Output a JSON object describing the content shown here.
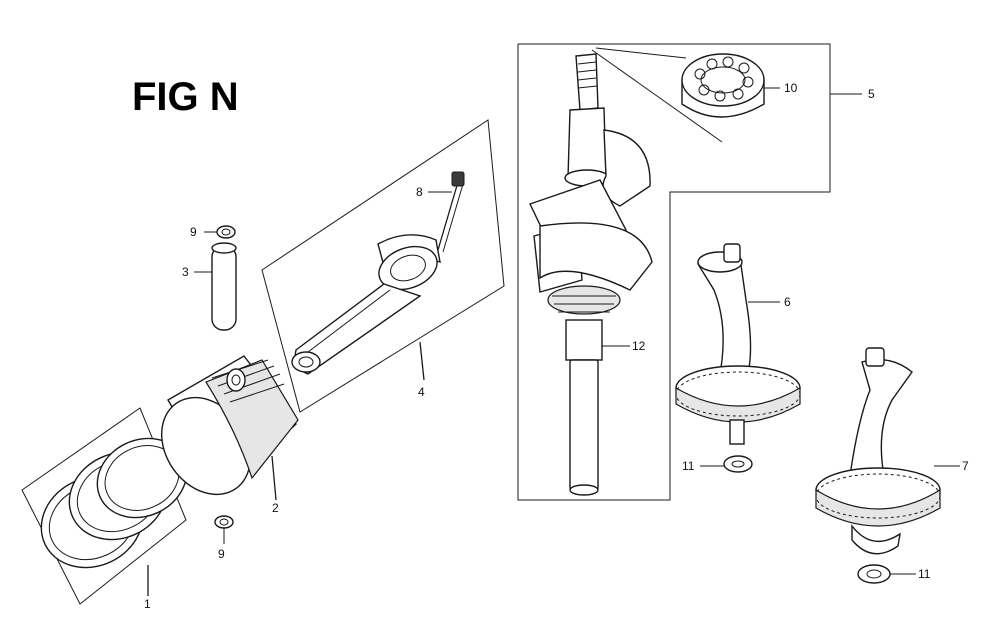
{
  "title": "FIG N",
  "callouts": {
    "c1": "1",
    "c2": "2",
    "c3": "3",
    "c4": "4",
    "c5": "5",
    "c6": "6",
    "c7": "7",
    "c8": "8",
    "c9a": "9",
    "c9b": "9",
    "c10": "10",
    "c11a": "11",
    "c11b": "11",
    "c12": "12"
  },
  "colors": {
    "ink": "#1a1a1a",
    "background": "#ffffff"
  }
}
